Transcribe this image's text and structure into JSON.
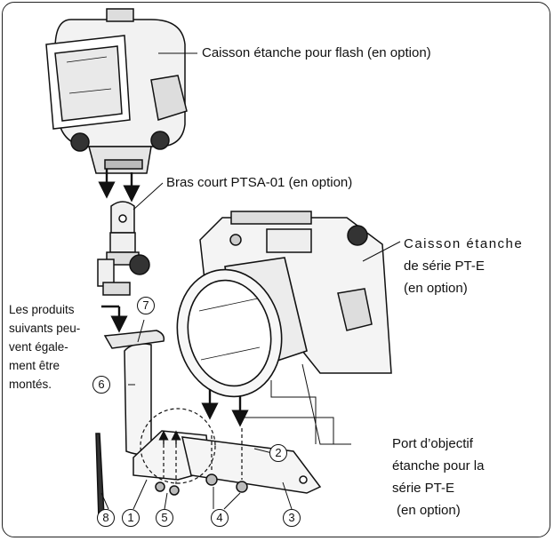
{
  "labels": {
    "flash_housing": "Caisson étanche pour flash (en option)",
    "short_arm": "Bras court PTSA-01 (en option)",
    "camera_housing_line1": "Caisson étanche",
    "camera_housing_line2": "de série PT-E",
    "camera_housing_line3": "(en option)",
    "lens_port_line1": "Port d’objectif",
    "lens_port_line2": "étanche pour la",
    "lens_port_line3": "série PT-E",
    "lens_port_line4": "(en option)"
  },
  "note": {
    "line1": "Les produits",
    "line2": "suivants peu-",
    "line3": "vent égale-",
    "line4": "ment être",
    "line5": "montés."
  },
  "callouts": [
    "1",
    "2",
    "3",
    "4",
    "5",
    "6",
    "7",
    "8"
  ]
}
